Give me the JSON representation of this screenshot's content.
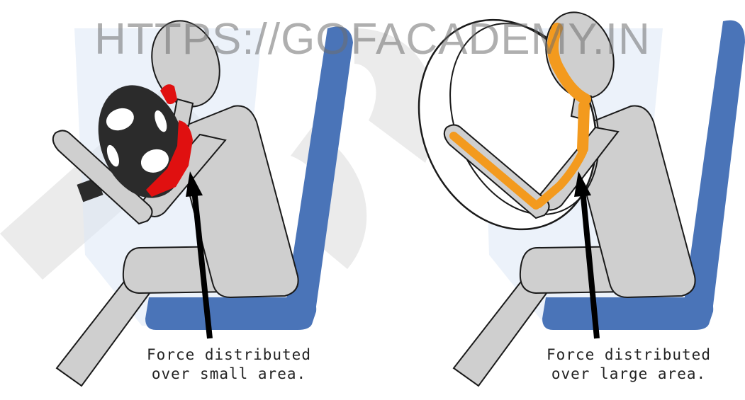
{
  "watermark": "HTTPS://GOFACADEMY.IN",
  "panels": [
    {
      "caption_line1": "Force distributed",
      "caption_line2": "over small area."
    },
    {
      "caption_line1": "Force distributed",
      "caption_line2": "over large area."
    }
  ],
  "colors": {
    "seat": "#4a74b8",
    "seat_shadow": "#dce8f5",
    "body": "#cfcfcf",
    "outline": "#1a1a1a",
    "wheel": "#2b2b2b",
    "impact_small": "#e01010",
    "impact_large": "#f39a1e",
    "watermark_mark": "#e6e6e6"
  }
}
